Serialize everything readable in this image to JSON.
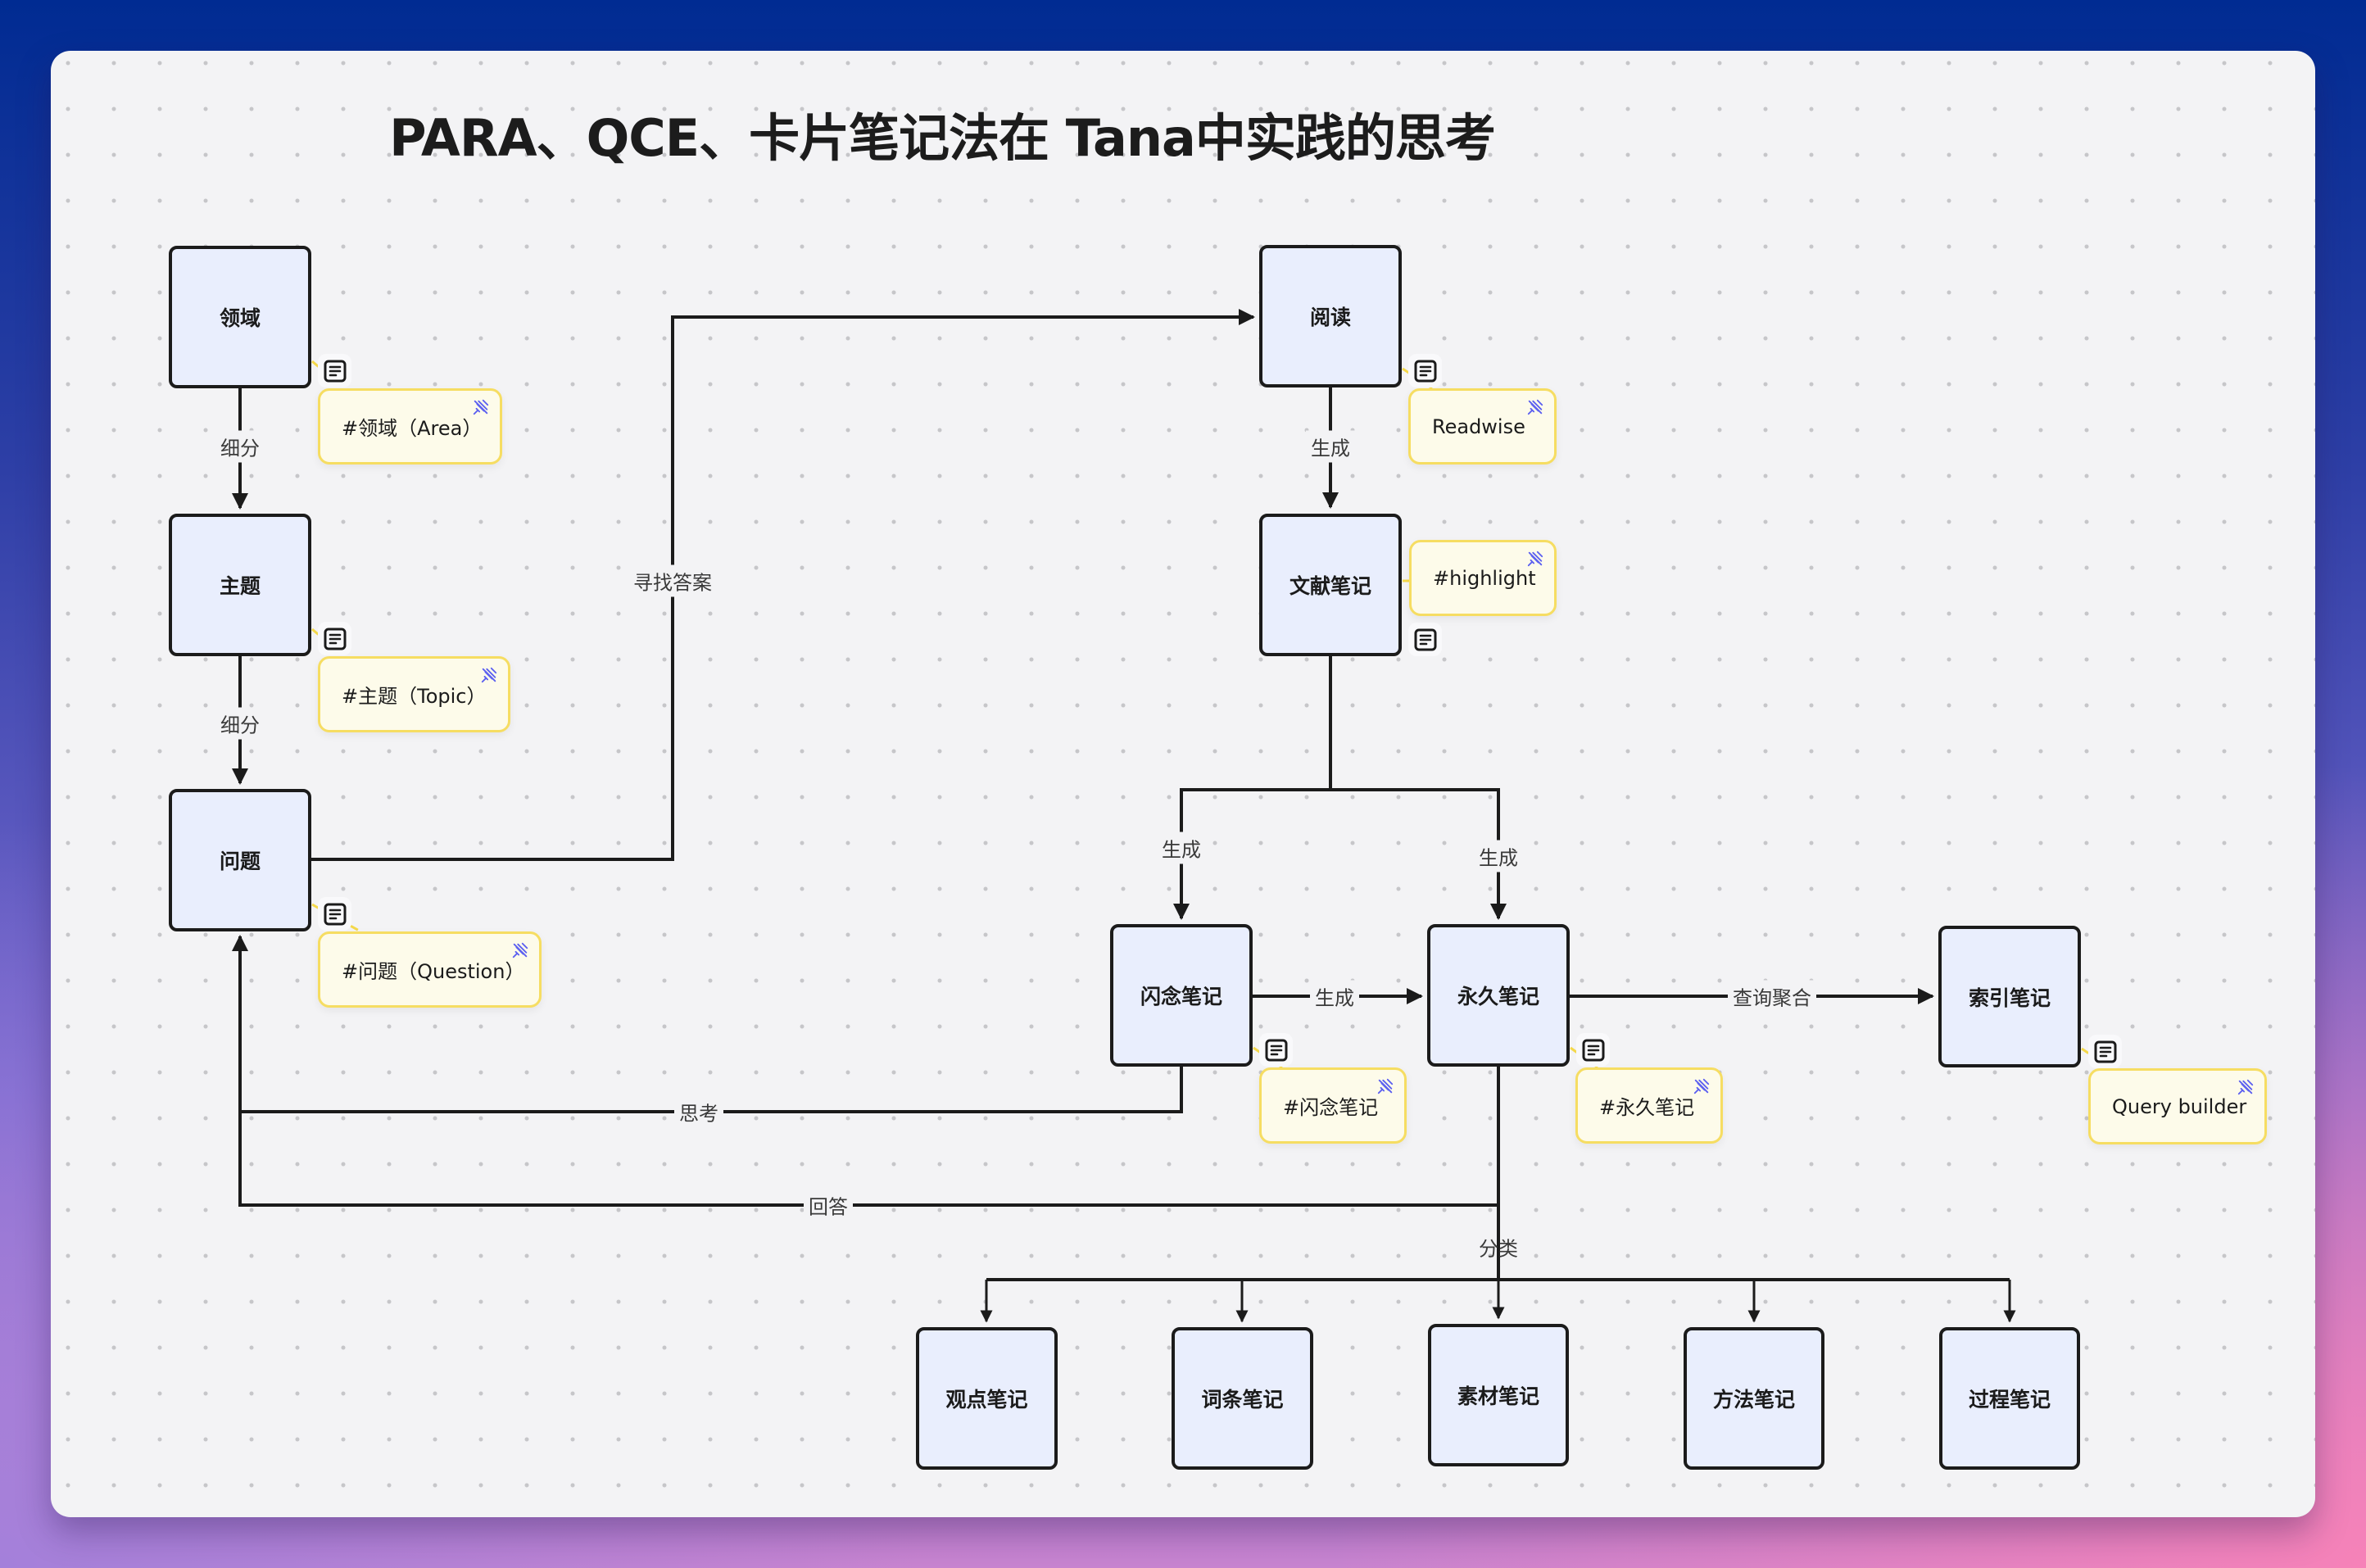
{
  "title": "PARA、QCE、卡片笔记法在 Tana中实践的思考",
  "colors": {
    "node_fill": "#e9eefd",
    "node_border": "#1b1b1b",
    "sticky_fill": "#fdfbea",
    "sticky_border": "#f6dd62",
    "pin_icon": "#5b5ff0",
    "canvas": "#f3f3f5"
  },
  "nodes": {
    "area": "领域",
    "topic": "主题",
    "question": "问题",
    "reading": "阅读",
    "literature": "文献笔记",
    "fleeting": "闪念笔记",
    "permanent": "永久笔记",
    "index": "索引笔记",
    "viewpoint": "观点笔记",
    "entry": "词条笔记",
    "material": "素材笔记",
    "method": "方法笔记",
    "process": "过程笔记"
  },
  "stickies": {
    "area": "#领域（Area）",
    "topic": "#主题（Topic）",
    "question": "#问题（Question）",
    "reading": "Readwise",
    "literature": "#highlight",
    "fleeting": "#闪念笔记",
    "permanent": "#永久笔记",
    "index": "Query builder"
  },
  "edges": {
    "area_topic": "细分",
    "topic_question": "细分",
    "question_reading": "寻找答案",
    "reading_literature": "生成",
    "literature_fleeting": "生成",
    "literature_permanent": "生成",
    "fleeting_permanent": "生成",
    "permanent_index": "查询聚合",
    "fleeting_question": "思考",
    "permanent_question": "回答",
    "permanent_categories": "分类"
  },
  "icons": {
    "note": "note-doc-icon",
    "pin": "unpin-icon"
  }
}
